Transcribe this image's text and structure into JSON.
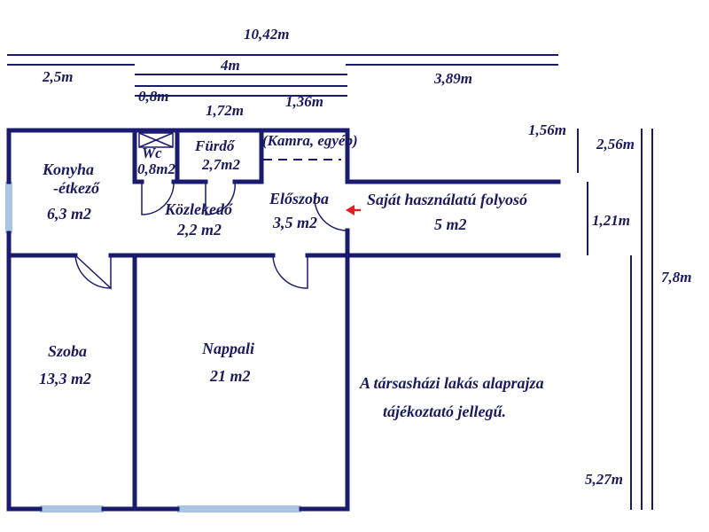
{
  "dimensions": {
    "total_width": "10,42m",
    "left_width": "2,5m",
    "middle_width": "4m",
    "right_width": "3,89m",
    "wc_width": "0,8m",
    "bath_width": "1,72m",
    "pantry_width": "1,36m",
    "corridor_offset": "1,56m",
    "upper_depth": "2,56m",
    "corridor_depth": "1,21m",
    "total_depth": "7,8m",
    "lower_depth": "5,27m"
  },
  "rooms": {
    "kitchen_name_1": "Konyha",
    "kitchen_name_2": "-étkező",
    "kitchen_area": "6,3 m2",
    "wc_name": "Wc",
    "wc_area": "0,8m2",
    "bath_name": "Fürdő",
    "bath_area": "2,7m2",
    "pantry_name": "(Kamra, egyéb)",
    "hall_name": "Közlekedő",
    "hall_area": "2,2 m2",
    "entry_name": "Előszoba",
    "entry_area": "3,5 m2",
    "corridor_name": "Saját használatú folyosó",
    "corridor_area": "5 m2",
    "bedroom_name": "Szoba",
    "bedroom_area": "13,3 m2",
    "living_name": "Nappali",
    "living_area": "21 m2"
  },
  "note": {
    "line1": "A társasházi lakás alaprajza",
    "line2": "tájékoztató jellegű."
  },
  "colors": {
    "wall": "#1a1a6e",
    "window": "#a9c6e0",
    "arrow": "#e02020",
    "text": "#1a1a5e"
  }
}
